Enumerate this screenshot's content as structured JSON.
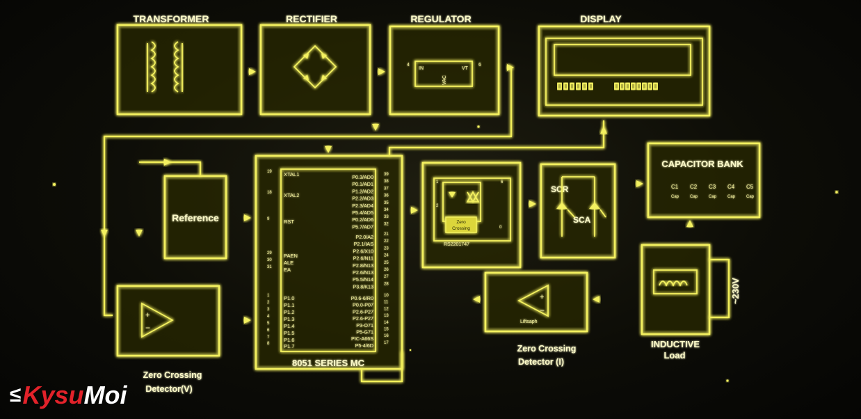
{
  "blocks": {
    "transformer": "TRANSFORMER",
    "rectifier": "RECTIFIER",
    "regulator": "REGULATOR",
    "display": "DISPLAY",
    "reference": "Reference",
    "mcu": "8051 SERIES MC",
    "capacitor_bank": "CAPACITOR BANK",
    "scr": "SCR",
    "sca": "SCA",
    "zcd_v_line1": "Zero Crossing",
    "zcd_v_line2": "Detector(V)",
    "zcd_i_line1": "Zero Crossing",
    "zcd_i_line2": "Detector (I)",
    "inductive_line1": "INDUCTIVE",
    "inductive_line2": "Load",
    "mains": "~230V"
  },
  "regulator_pins": {
    "in": "IN",
    "out": "VT",
    "gnd": "VAC",
    "pin_in": "4",
    "pin_out": "6"
  },
  "optocoupler": {
    "label": "RS2201747",
    "zc_line1": "Zero",
    "zc_line2": "Crossing",
    "pins": [
      "1",
      "2",
      "6",
      "0"
    ]
  },
  "zcd_i_chip": "Liftsaph",
  "capacitors": [
    "C1",
    "C2",
    "C3",
    "C4",
    "C5"
  ],
  "capacitor_sub": "Cap",
  "mcu_left_pins": [
    {
      "num": "19",
      "name": "XTAL1"
    },
    {
      "num": "18",
      "name": "XTAL2"
    },
    {
      "num": "9",
      "name": "RST"
    },
    {
      "num": "29",
      "name": "PAEN"
    },
    {
      "num": "30",
      "name": "ALE"
    },
    {
      "num": "31",
      "name": "EA"
    },
    {
      "num": "1",
      "name": "P1.0"
    },
    {
      "num": "2",
      "name": "P1.1"
    },
    {
      "num": "3",
      "name": "P1.2"
    },
    {
      "num": "4",
      "name": "P1.3"
    },
    {
      "num": "5",
      "name": "P1.4"
    },
    {
      "num": "6",
      "name": "P1.5"
    },
    {
      "num": "7",
      "name": "P1.6"
    },
    {
      "num": "8",
      "name": "P1.7"
    }
  ],
  "mcu_right_pins": [
    {
      "num": "39",
      "name": "P0.3/AD0"
    },
    {
      "num": "38",
      "name": "P0.1/AD1"
    },
    {
      "num": "37",
      "name": "P1.2/AD2"
    },
    {
      "num": "36",
      "name": "P2.2/AD3"
    },
    {
      "num": "35",
      "name": "P2.3/AD4"
    },
    {
      "num": "34",
      "name": "P5.4/AD5"
    },
    {
      "num": "33",
      "name": "P0.2/AD6"
    },
    {
      "num": "32",
      "name": "P5.7/AD7"
    },
    {
      "num": "21",
      "name": "P2.0/A2"
    },
    {
      "num": "22",
      "name": "P2.1/IAS"
    },
    {
      "num": "23",
      "name": "P2.6/X10"
    },
    {
      "num": "24",
      "name": "P2.6/N11"
    },
    {
      "num": "25",
      "name": "P2.8/N13"
    },
    {
      "num": "26",
      "name": "P2.6/N13"
    },
    {
      "num": "27",
      "name": "P5.5/N14"
    },
    {
      "num": "28",
      "name": "P3.8/K13"
    },
    {
      "num": "10",
      "name": "P0.6-6/R0"
    },
    {
      "num": "11",
      "name": "P0.0-P07"
    },
    {
      "num": "12",
      "name": "P2.6-P27"
    },
    {
      "num": "13",
      "name": "P2.6-P27"
    },
    {
      "num": "14",
      "name": "P3-O71"
    },
    {
      "num": "15",
      "name": "P5-G71"
    },
    {
      "num": "16",
      "name": "PIC-A66S"
    },
    {
      "num": "17",
      "name": "P5-4/6D"
    }
  ],
  "colors": {
    "glow": "#f4f160",
    "background": "#0d0d07",
    "logo_red": "#e2222a"
  },
  "logo": {
    "mark": "≤",
    "part1": "Kysu",
    "part2": "Moi"
  }
}
